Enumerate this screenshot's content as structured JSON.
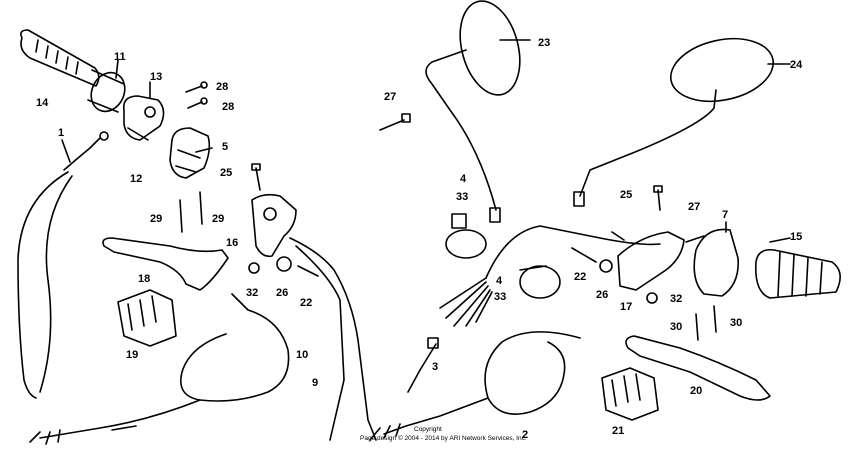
{
  "callouts": {
    "c1": "1",
    "c2": "2",
    "c3": "3",
    "c4a": "4",
    "c4b": "4",
    "c5": "5",
    "c7": "7",
    "c9": "9",
    "c10": "10",
    "c11": "11",
    "c12": "12",
    "c13": "13",
    "c14": "14",
    "c15": "15",
    "c16": "16",
    "c17": "17",
    "c18": "18",
    "c19": "19",
    "c20": "20",
    "c21": "21",
    "c22a": "22",
    "c22b": "22",
    "c23": "23",
    "c24": "24",
    "c25a": "25",
    "c25b": "25",
    "c26a": "26",
    "c26b": "26",
    "c27a": "27",
    "c27b": "27",
    "c28a": "28",
    "c28b": "28",
    "c29a": "29",
    "c29b": "29",
    "c30a": "30",
    "c30b": "30",
    "c32a": "32",
    "c32b": "32",
    "c33a": "33",
    "c33b": "33"
  },
  "copyright": {
    "line1": "Copyright",
    "line2": "Page design © 2004 - 2014 by ARI Network Services, Inc."
  }
}
